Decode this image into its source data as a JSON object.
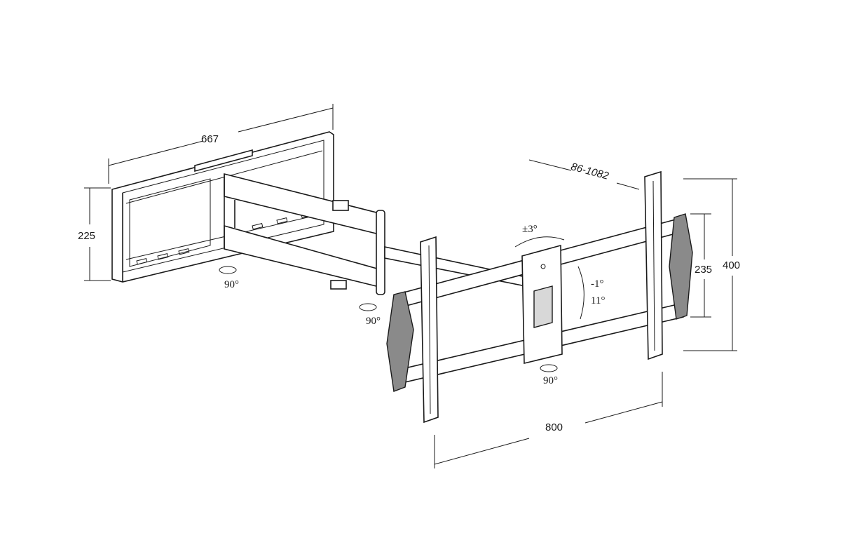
{
  "dimensions": {
    "wall_plate_width": "667",
    "wall_plate_height": "225",
    "extension": "86-1082",
    "bracket_inner_height": "235",
    "bracket_outer_height": "400",
    "bracket_width": "800"
  },
  "angles": {
    "wall_swivel": "90°",
    "arm_swivel": "90°",
    "bracket_swivel": "90°",
    "level_adjust": "±3°",
    "tilt_up": "-1°",
    "tilt_down": "11°"
  }
}
